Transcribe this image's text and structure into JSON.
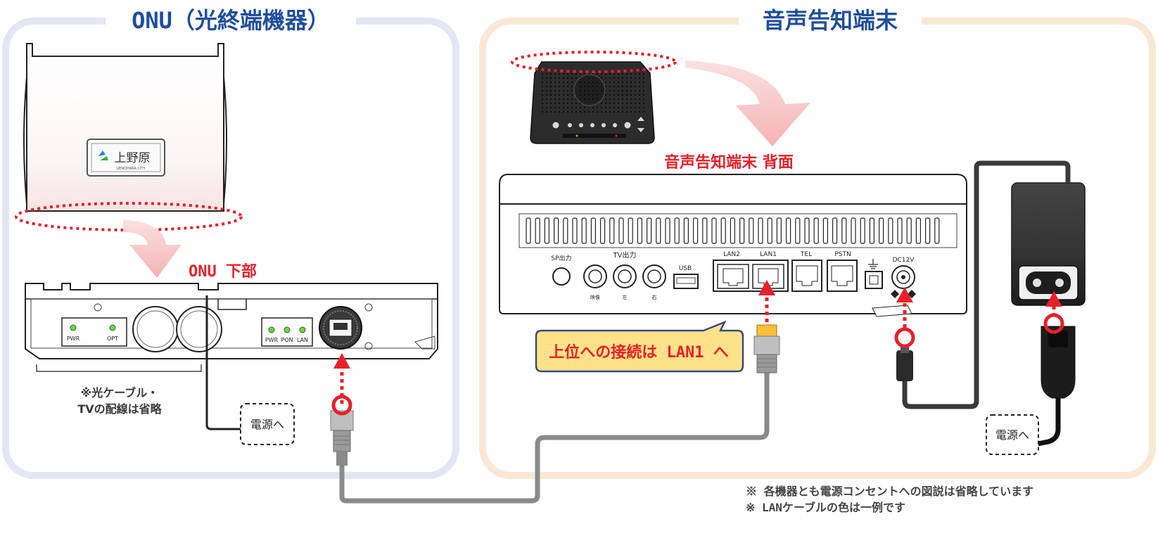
{
  "panels": {
    "onu_title": "ONU（光終端機器）",
    "terminal_title": "音声告知端末"
  },
  "onu": {
    "bottom_label": "ONU 下部",
    "logo_text": "上野原",
    "logo_subtext": "UENOHARA CITY",
    "left_leds": [
      "PWR",
      "OPT"
    ],
    "right_leds": [
      "PWR",
      "PON",
      "LAN"
    ],
    "omitted_note_line1": "※光ケーブル・",
    "omitted_note_line2": "TVの配線は省略",
    "power_label": "電源へ"
  },
  "terminal": {
    "back_label": "音声告知端末 背面",
    "ports": {
      "sp_out": "SP出力",
      "tv_out": "TV出力",
      "tv_sub1": "映像",
      "tv_sub2": "左",
      "tv_sub3": "右",
      "usb": "USB",
      "lan2": "LAN2",
      "lan1": "LAN1",
      "tel": "TEL",
      "pstn": "PSTN",
      "dc": "DC12V"
    },
    "callout": "上位への接続は LAN1 へ",
    "power_label": "電源へ"
  },
  "notes": [
    "※ 各機器とも電源コンセントへの図説は省略しています",
    "※ LANケーブルの色は一例です"
  ],
  "colors": {
    "onu_panel_border": "#e4e6f4",
    "terminal_panel_border": "#fbe8d4",
    "onu_title": "#1f4e9c",
    "terminal_title": "#1f4e9c",
    "red_label": "#e8202a",
    "callout_fill": "#fde28a",
    "callout_stroke": "#3a4a7a",
    "cable_gray": "#8a8a8a",
    "arrow_pink": "#f4b8b8"
  }
}
